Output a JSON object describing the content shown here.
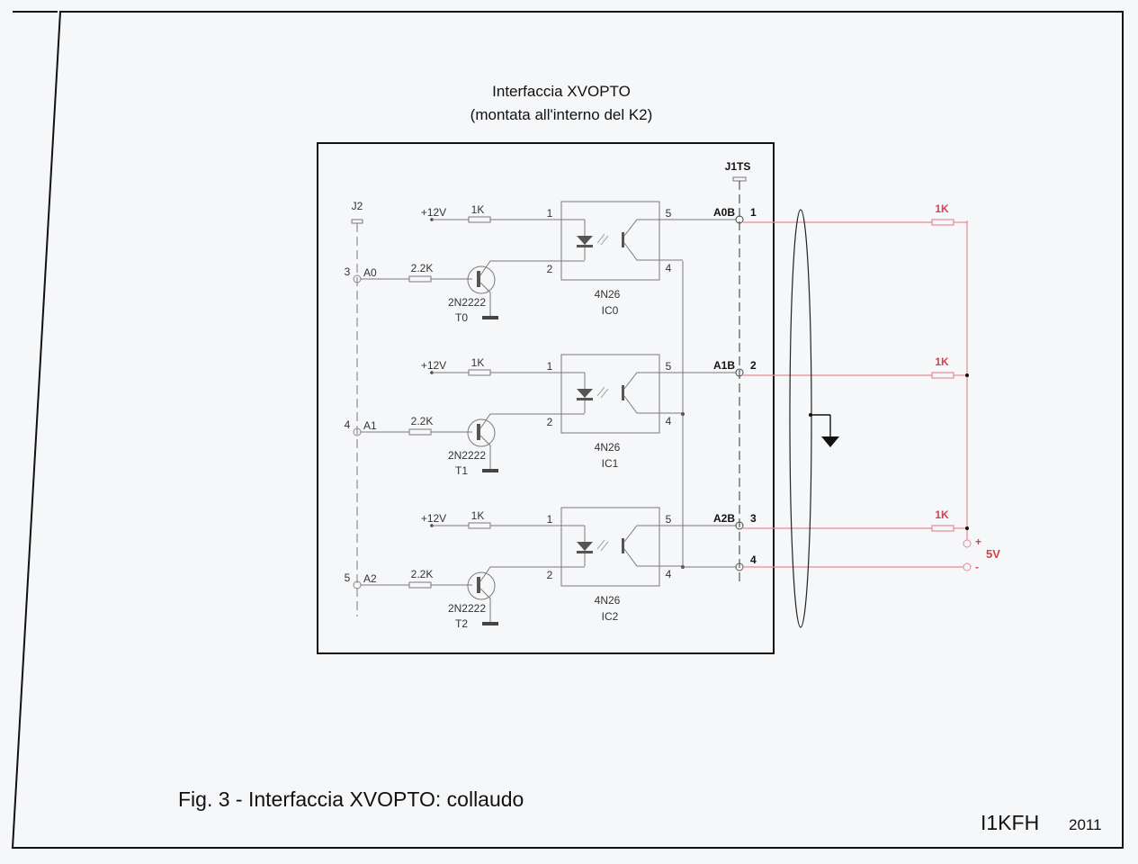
{
  "title": {
    "line1": "Interfaccia XVOPTO",
    "line2": "(montata all'interno del K2)"
  },
  "caption": "Fig. 3 - Interfaccia XVOPTO: collaudo",
  "author": "I1KFH",
  "year": "2011",
  "connectors": {
    "j2": "J2",
    "j1ts": "J1TS"
  },
  "channels": [
    {
      "j2_pin": "3",
      "input": "A0",
      "base_res": "2.2K",
      "transistor": "2N2222",
      "t_ref": "T0",
      "supply": "+12V",
      "led_res": "1K",
      "ic_part": "4N26",
      "ic_ref": "IC0",
      "pins": [
        "1",
        "2",
        "5",
        "4"
      ],
      "output": "A0B",
      "j1ts_pin": "1",
      "ext_res": "1K"
    },
    {
      "j2_pin": "4",
      "input": "A1",
      "base_res": "2.2K",
      "transistor": "2N2222",
      "t_ref": "T1",
      "supply": "+12V",
      "led_res": "1K",
      "ic_part": "4N26",
      "ic_ref": "IC1",
      "pins": [
        "1",
        "2",
        "5",
        "4"
      ],
      "output": "A1B",
      "j1ts_pin": "2",
      "ext_res": "1K"
    },
    {
      "j2_pin": "5",
      "input": "A2",
      "base_res": "2.2K",
      "transistor": "2N2222",
      "t_ref": "T2",
      "supply": "+12V",
      "led_res": "1K",
      "ic_part": "4N26",
      "ic_ref": "IC2",
      "pins": [
        "1",
        "2",
        "5",
        "4"
      ],
      "output": "A2B",
      "j1ts_pin": "3",
      "ext_res": "1K"
    }
  ],
  "ground_pin": "4",
  "supply": {
    "plus": "+",
    "minus": "-",
    "voltage": "5V"
  },
  "colors": {
    "red": "#d8404e",
    "wire": "#7a7a7a",
    "ink": "#111111"
  }
}
